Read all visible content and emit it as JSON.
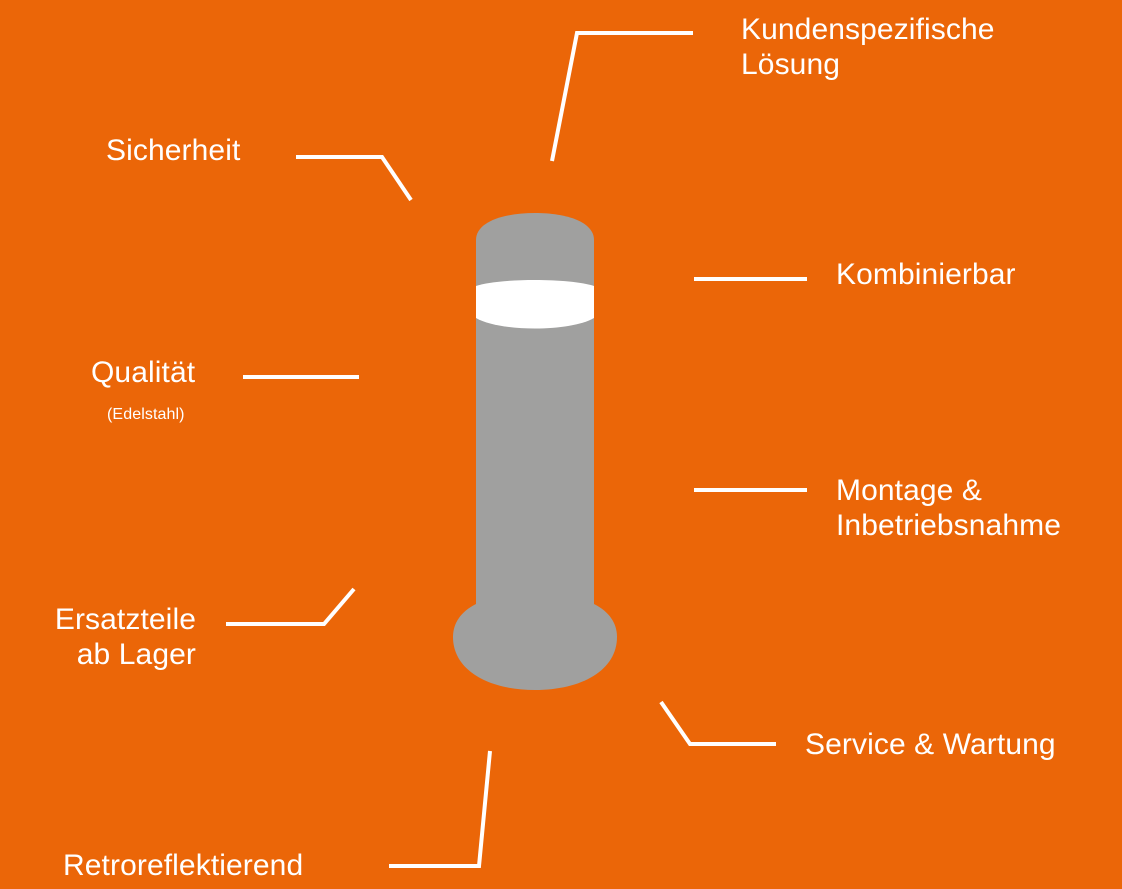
{
  "colors": {
    "background": "#eb6608",
    "bollard": "#a0a09f",
    "reflective_band": "#ffffff",
    "text": "#ffffff",
    "connector": "#ffffff"
  },
  "bollard": {
    "icon": "bollard-icon"
  },
  "labels": {
    "kundenspezifisch": {
      "line1": "Kundenspezifische",
      "line2": "Lösung"
    },
    "sicherheit": {
      "text": "Sicherheit"
    },
    "kombinierbar": {
      "text": "Kombinierbar"
    },
    "qualitaet": {
      "text": "Qualität",
      "sub": "(Edelstahl)"
    },
    "montage": {
      "line1": "Montage &",
      "line2": "Inbetriebsnahme"
    },
    "ersatzteile": {
      "line1": "Ersatzteile",
      "line2": "ab Lager"
    },
    "service": {
      "text": "Service & Wartung"
    },
    "retroreflektierend": {
      "text": "Retroreflektierend"
    }
  }
}
